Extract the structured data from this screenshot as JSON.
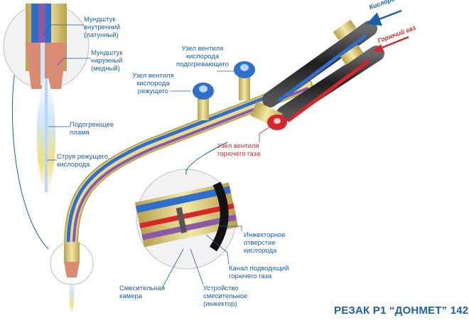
{
  "title": "РЕЗАК Р1 “ДОНМЕТ” 142",
  "inputs": {
    "oxygen": "Кислород",
    "fuel": "Горючий газ"
  },
  "labels": {
    "inner_nozzle": "Мундштук\nвнутренний\n(латунный)",
    "outer_nozzle": "Мундштук\nнаружный\n(медный)",
    "preheat_flame": "Подогреющее\nпламя",
    "cutting_jet": "Струя режущего\nкислорода",
    "valve_cutting_oxygen": "Узел вентиля\nкислорода\nрежущего",
    "valve_preheat_oxygen": "Узел вентиля\nкислорода\nподогревающего",
    "valve_fuel": "Узел вентиля\nгорючего газа",
    "injector_hole": "Инжекторное\nотверстие\nкислорода",
    "fuel_channel": "Канал подводящий\nгорючего газа",
    "mixing_chamber": "Смесительная\nкамера",
    "injector_device": "Устройство\nсмесительное\n(инжектор)"
  },
  "colors": {
    "label_blue": "#1a5fa8",
    "label_red": "#d22a2a",
    "oxygen_channel": "#2f6fc9",
    "fuel_channel": "#d7262a",
    "mixture_channel": "#8a5aa8",
    "brass": "#e8d890",
    "copper": "#d98b74",
    "hose": "#333333"
  }
}
